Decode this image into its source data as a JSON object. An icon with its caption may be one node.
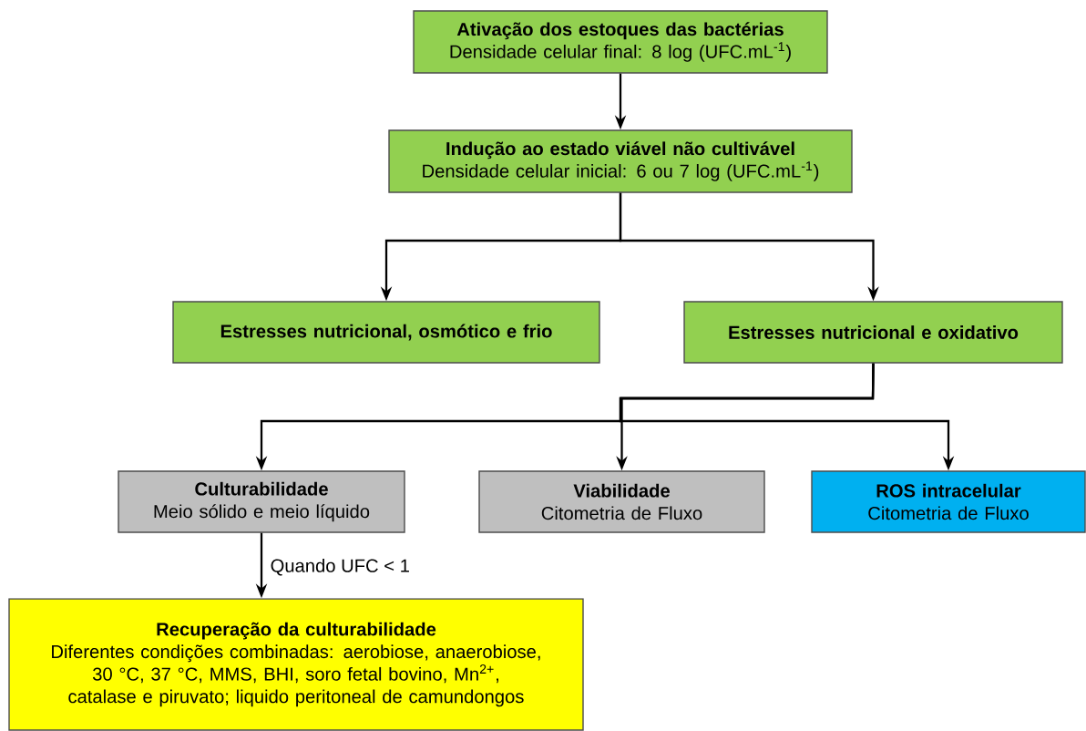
{
  "diagram": {
    "nodes": [
      {
        "text": [
          "Ativação dos estoques das bactérias",
          "Densidade celular final: 8 log (UFC.mL$^{-1}$)"
        ]
      },
      {
        "text": [
          "Indução ao estado viável não cultivável",
          "Densidade celular inicial: 6 ou 7 log (UFC.mL$^{-1}$)"
        ]
      },
      {
        "text": [
          "Estresses nutricional, osmótico e frio"
        ]
      },
      {
        "text": [
          "Estresses nutricional e oxidativo"
        ]
      },
      {
        "text": [
          "Culturabilidade",
          "Meio sólido e meio líquido"
        ]
      },
      {
        "text": [
          "Viabilidade",
          "Citometria de Fluxo"
        ]
      },
      {
        "text": [
          "ROS intracelular",
          "Citometria de Fluxo"
        ]
      },
      {
        "text": [
          "Recuperação da culturabilidade",
          "Diferentes condições combinadas: aerobiose, anaerobiose, 30 °C, 37 °C, MMS, BHI, soro fetal bovino, Mn$^{2+}$, catalase e piruvato; liquido peritoneal de camundongos"
        ]
      }
    ],
    "edges": [
      {
        "from": 0,
        "to": 1,
        "arrow": "to"
      },
      {
        "from": 1,
        "to": 2,
        "arrow": "to"
      },
      {
        "from": 1,
        "to": 3,
        "arrow": "to"
      },
      {
        "from": 3,
        "to": 4,
        "arrow": "to"
      },
      {
        "from": 3,
        "to": 5,
        "arrow": "to"
      },
      {
        "from": 3,
        "to": 6,
        "arrow": "to"
      },
      {
        "from": 4,
        "to": 7,
        "arrow": "to",
        "label": "Quando UFC < 1"
      }
    ]
  }
}
